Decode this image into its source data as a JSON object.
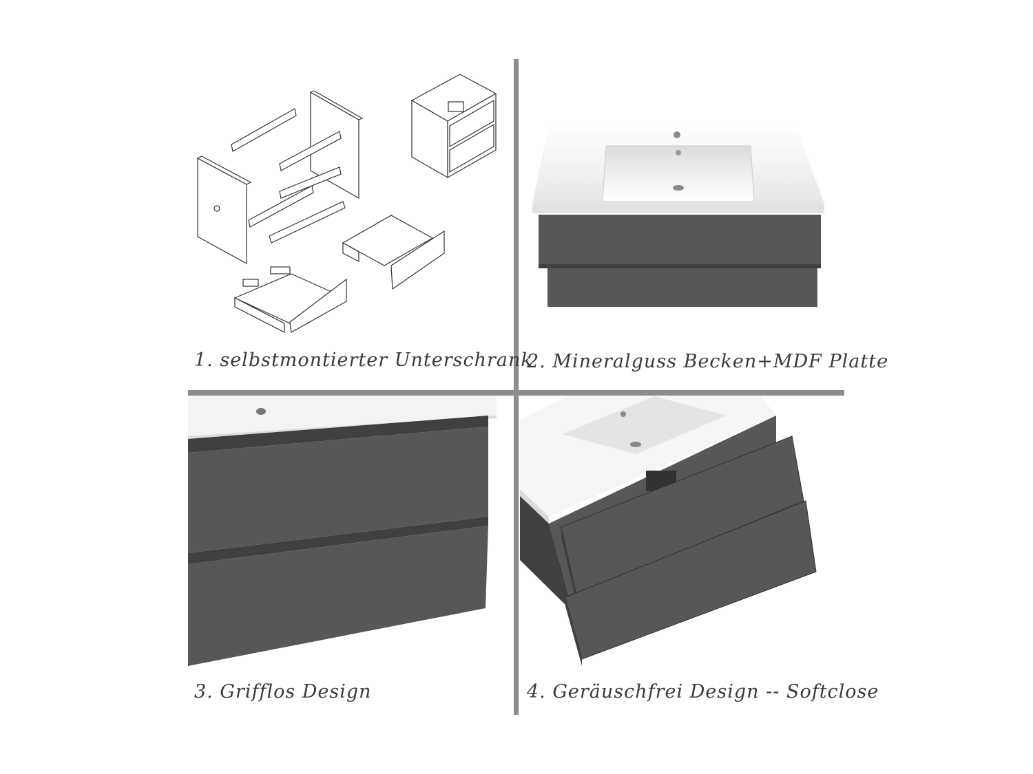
{
  "captions": {
    "c1": "1. selbstmontierter Unterschrank",
    "c2": "2. Mineralguss Becken+MDF Platte",
    "c3": "3. Grifflos Design",
    "c4": "4. Geräuschfrei Design -- Softclose"
  },
  "colors": {
    "cabinet": "#555759",
    "cabinet_dark": "#3e4042",
    "basin": "#f4f4f4",
    "divider": "#8c8c8c",
    "caption": "#3a3a3a"
  }
}
